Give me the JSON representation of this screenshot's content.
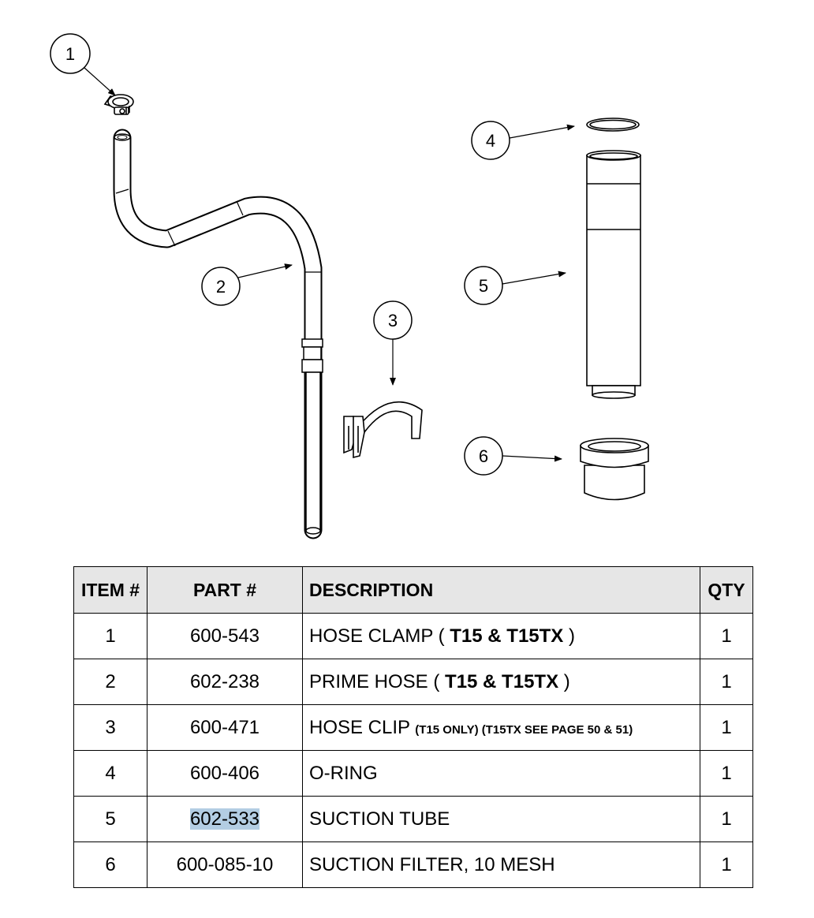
{
  "callouts": [
    {
      "number": "1",
      "part": "hose-clamp"
    },
    {
      "number": "2",
      "part": "prime-hose"
    },
    {
      "number": "3",
      "part": "hose-clip"
    },
    {
      "number": "4",
      "part": "o-ring"
    },
    {
      "number": "5",
      "part": "suction-tube"
    },
    {
      "number": "6",
      "part": "suction-filter"
    }
  ],
  "table": {
    "headers": {
      "item": "ITEM #",
      "part": "PART #",
      "description": "DESCRIPTION",
      "qty": "QTY"
    },
    "rows": [
      {
        "item": "1",
        "part": "600-543",
        "desc_main": "HOSE CLAMP ( ",
        "desc_bold": "T15 & T15TX",
        "desc_tail": " )",
        "desc_small": "",
        "qty": "1"
      },
      {
        "item": "2",
        "part": "602-238",
        "desc_main": "PRIME HOSE ( ",
        "desc_bold": "T15 & T15TX",
        "desc_tail": " )",
        "desc_small": "",
        "qty": "1"
      },
      {
        "item": "3",
        "part": "600-471",
        "desc_main": "HOSE CLIP ",
        "desc_bold": "",
        "desc_tail": "",
        "desc_small": "(T15 ONLY) (T15TX SEE PAGE 50 & 51)",
        "qty": "1"
      },
      {
        "item": "4",
        "part": "600-406",
        "desc_main": "O-RING",
        "desc_bold": "",
        "desc_tail": "",
        "desc_small": "",
        "qty": "1"
      },
      {
        "item": "5",
        "part": "602-533",
        "desc_main": "SUCTION TUBE",
        "desc_bold": "",
        "desc_tail": "",
        "desc_small": "",
        "qty": "1",
        "highlighted": true
      },
      {
        "item": "6",
        "part": "600-085-10",
        "desc_main": "SUCTION FILTER, 10 MESH",
        "desc_bold": "",
        "desc_tail": "",
        "desc_small": "",
        "qty": "1"
      }
    ]
  },
  "colors": {
    "header_bg": "#e6e6e6",
    "highlight": "#b3cde3",
    "line": "#000000"
  }
}
